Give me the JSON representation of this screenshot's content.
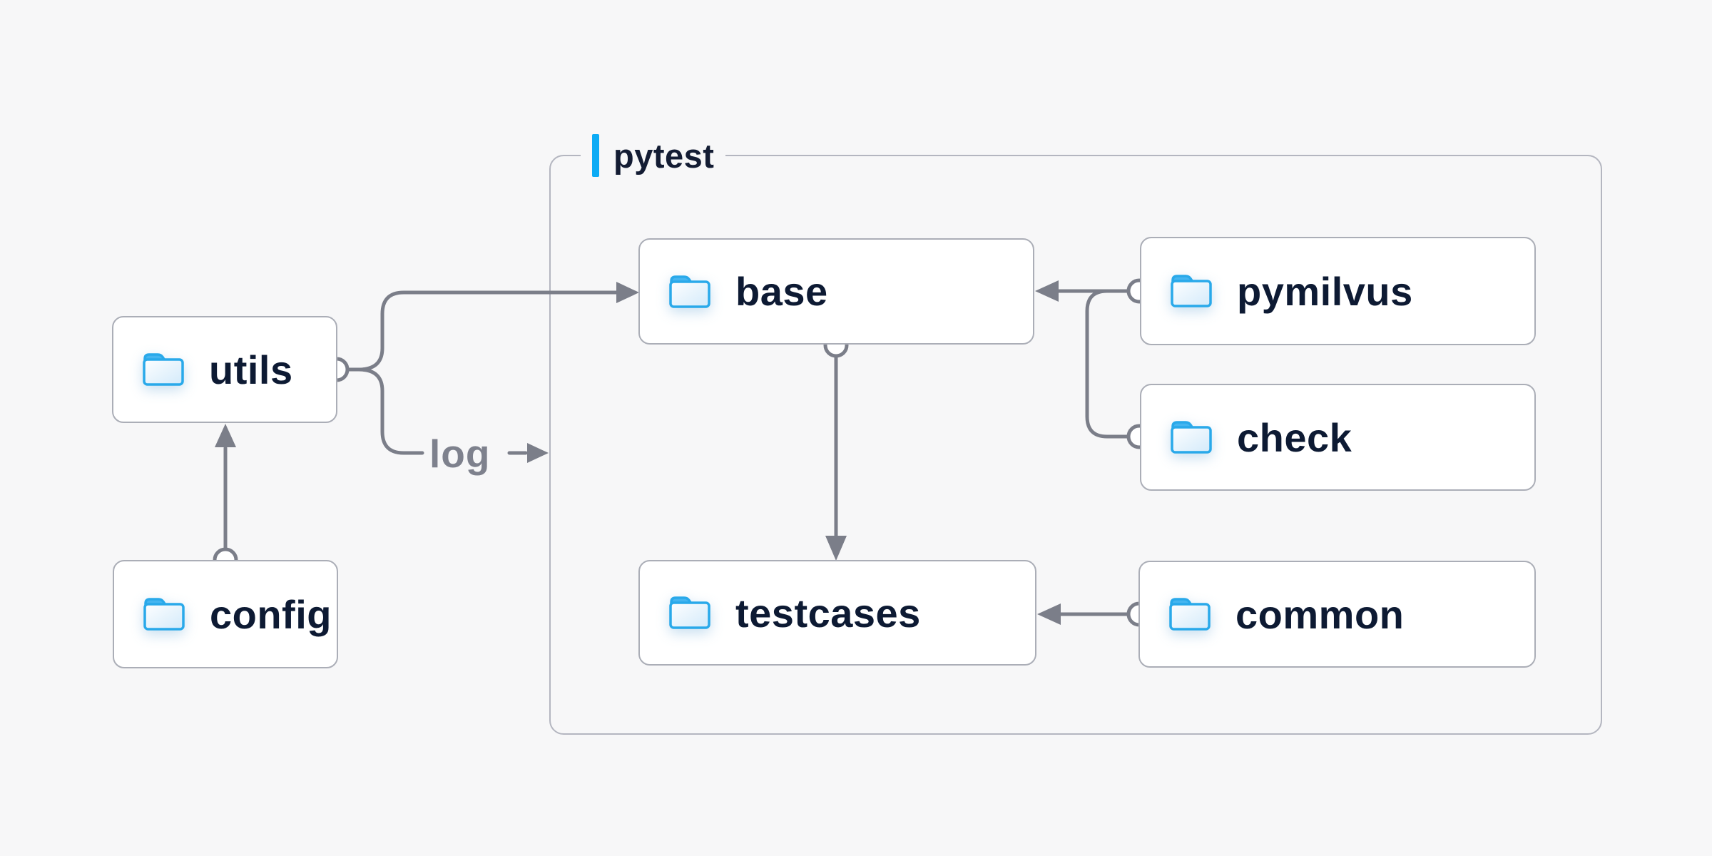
{
  "diagram": {
    "title_hint": "folder dependency diagram",
    "colors": {
      "background": "#f7f7f8",
      "accent_blue": "#0cabf5",
      "line_gray": "#7b7e89",
      "box_border": "#abaeb7",
      "group_border": "#b4b6c0",
      "text_dark": "#0d1a33",
      "edge_label_gray": "#7e818d",
      "folder_stroke": "#29a9ea"
    },
    "group": {
      "label": "pytest"
    },
    "nodes": [
      {
        "id": "utils",
        "label": "utils",
        "icon": "folder-icon"
      },
      {
        "id": "config",
        "label": "config",
        "icon": "folder-icon"
      },
      {
        "id": "base",
        "label": "base",
        "icon": "folder-icon"
      },
      {
        "id": "pymilvus",
        "label": "pymilvus",
        "icon": "folder-icon"
      },
      {
        "id": "check",
        "label": "check",
        "icon": "folder-icon"
      },
      {
        "id": "testcases",
        "label": "testcases",
        "icon": "folder-icon"
      },
      {
        "id": "common",
        "label": "common",
        "icon": "folder-icon"
      }
    ],
    "edges": [
      {
        "from": "utils",
        "to": "base",
        "label": ""
      },
      {
        "from": "utils",
        "to": "pytest-group",
        "label": "log"
      },
      {
        "from": "config",
        "to": "utils",
        "label": ""
      },
      {
        "from": "base",
        "to": "testcases",
        "label": ""
      },
      {
        "from": "pymilvus",
        "to": "base",
        "label": ""
      },
      {
        "from": "check",
        "to": "base",
        "label": ""
      },
      {
        "from": "common",
        "to": "testcases",
        "label": ""
      }
    ]
  }
}
